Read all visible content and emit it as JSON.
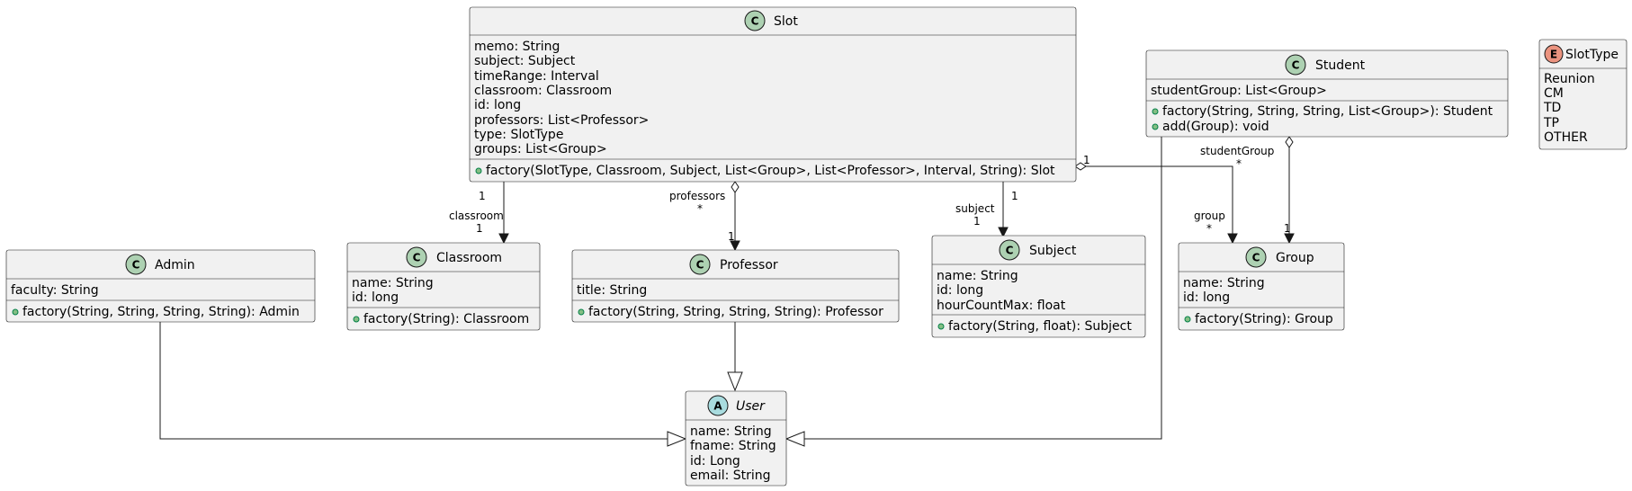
{
  "classes": {
    "slot": {
      "name": "Slot",
      "stereotype": "C",
      "attributes": [
        "memo: String",
        "subject: Subject",
        "timeRange: Interval",
        "classroom: Classroom",
        "id: long",
        "professors: List<Professor>",
        "type: SlotType",
        "groups: List<Group>"
      ],
      "methods": [
        "factory(SlotType, Classroom, Subject, List<Group>, List<Professor>, Interval, String): Slot"
      ]
    },
    "student": {
      "name": "Student",
      "stereotype": "C",
      "attributes": [
        "studentGroup: List<Group>"
      ],
      "methods": [
        "factory(String, String, String, List<Group>): Student",
        "add(Group): void"
      ]
    },
    "slottype": {
      "name": "SlotType",
      "stereotype": "E",
      "values": [
        "Reunion",
        "CM",
        "TD",
        "TP",
        "OTHER"
      ]
    },
    "admin": {
      "name": "Admin",
      "stereotype": "C",
      "attributes": [
        "faculty: String"
      ],
      "methods": [
        "factory(String, String, String, String): Admin"
      ]
    },
    "classroom": {
      "name": "Classroom",
      "stereotype": "C",
      "attributes": [
        "name: String",
        "id: long"
      ],
      "methods": [
        "factory(String): Classroom"
      ]
    },
    "professor": {
      "name": "Professor",
      "stereotype": "C",
      "attributes": [
        "title: String"
      ],
      "methods": [
        "factory(String, String, String, String): Professor"
      ]
    },
    "subject": {
      "name": "Subject",
      "stereotype": "C",
      "attributes": [
        "name: String",
        "id: long",
        "hourCountMax: float"
      ],
      "methods": [
        "factory(String, float): Subject"
      ]
    },
    "group": {
      "name": "Group",
      "stereotype": "C",
      "attributes": [
        "name: String",
        "id: long"
      ],
      "methods": [
        "factory(String): Group"
      ]
    },
    "user": {
      "name": "User",
      "stereotype": "A",
      "attributes": [
        "name: String",
        "fname: String",
        "id: Long",
        "email: String"
      ]
    }
  },
  "edges": {
    "slot_classroom": {
      "from_mult": "1",
      "to_role": "classroom",
      "to_mult": "1"
    },
    "slot_professor": {
      "to_role": "professors",
      "from_mult": "*",
      "to_mult": "1"
    },
    "slot_subject": {
      "from_mult": "1",
      "to_role": "subject",
      "to_mult": "1"
    },
    "slot_group": {
      "from_mult": "1",
      "to_role": "group",
      "to_mult": "*"
    },
    "student_group": {
      "to_role": "studentGroup",
      "from_mult": "*",
      "to_mult": "1"
    }
  },
  "colors": {
    "class_badge": "#ADD1B2",
    "abstract_badge": "#A9DCDF",
    "enum_badge": "#EB937F",
    "box_fill": "#F1F1F1",
    "line": "#181818"
  }
}
